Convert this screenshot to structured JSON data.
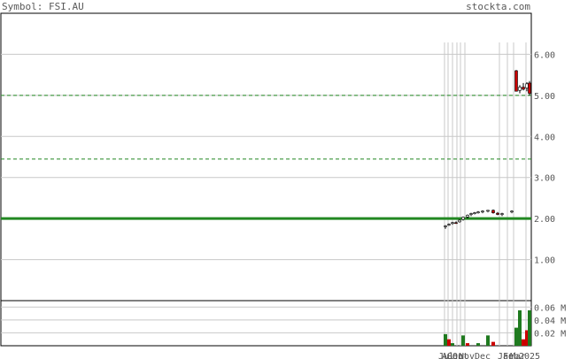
{
  "header": {
    "symbol_label": "Symbol: FSI.AU",
    "site_label": "stockta.com"
  },
  "colors": {
    "background": "#ffffff",
    "frame": "#000000",
    "grid": "#c8c8c8",
    "header_text": "#5a5a5a",
    "axis_text": "#555555",
    "up_candle": "#ffffff",
    "down_candle": "#cc0000",
    "support_line": "#228822",
    "dashed_line": "#228822",
    "volume_up": "#1f7a1f",
    "volume_down": "#cc0000"
  },
  "chart_data": {
    "type": "candlestick",
    "price_axis": {
      "ylim": [
        0.0,
        7.0
      ],
      "ticks": [
        1.0,
        2.0,
        3.0,
        4.0,
        5.0,
        6.0
      ],
      "tick_labels": [
        "1.00",
        "2.00",
        "3.00",
        "4.00",
        "5.00",
        "6.00"
      ]
    },
    "volume_axis": {
      "ylim": [
        0.0,
        0.07
      ],
      "ticks": [
        0.02,
        0.04,
        0.06
      ],
      "tick_labels": [
        "0.02 M",
        "0.04 M",
        "0.06 M"
      ]
    },
    "x_ticks": [
      "Jul",
      "Aug",
      "Sep",
      "Oct",
      "Nov",
      "Dec",
      "Jan",
      "Feb",
      "Mar",
      "2025"
    ],
    "horizontal_lines": [
      {
        "style": "solid",
        "value": 2.0
      },
      {
        "style": "dashed",
        "value": 3.45
      },
      {
        "style": "dashed",
        "value": 5.0
      }
    ],
    "candles": [
      {
        "open": 1.8,
        "high": 1.84,
        "low": 1.75,
        "close": 1.82
      },
      {
        "open": 1.85,
        "high": 1.88,
        "low": 1.82,
        "close": 1.86
      },
      {
        "open": 1.88,
        "high": 1.92,
        "low": 1.85,
        "close": 1.9
      },
      {
        "open": 1.9,
        "high": 1.93,
        "low": 1.87,
        "close": 1.89
      },
      {
        "open": 1.92,
        "high": 1.98,
        "low": 1.9,
        "close": 1.96
      },
      {
        "open": 1.98,
        "high": 2.05,
        "low": 1.95,
        "close": 2.03
      },
      {
        "open": 2.04,
        "high": 2.1,
        "low": 2.0,
        "close": 2.08
      },
      {
        "open": 2.1,
        "high": 2.14,
        "low": 2.06,
        "close": 2.12
      },
      {
        "open": 2.12,
        "high": 2.16,
        "low": 2.1,
        "close": 2.14
      },
      {
        "open": 2.15,
        "high": 2.18,
        "low": 2.12,
        "close": 2.16
      },
      {
        "open": 2.16,
        "high": 2.2,
        "low": 2.13,
        "close": 2.18
      },
      {
        "open": 2.18,
        "high": 2.21,
        "low": 2.15,
        "close": 2.2
      },
      {
        "open": 2.2,
        "high": 2.22,
        "low": 2.12,
        "close": 2.14
      },
      {
        "open": 2.13,
        "high": 2.16,
        "low": 2.08,
        "close": 2.1
      },
      {
        "open": 2.1,
        "high": 2.14,
        "low": 2.06,
        "close": 2.12
      },
      {
        "open": 2.16,
        "high": 2.2,
        "low": 2.13,
        "close": 2.18
      },
      {
        "open": 5.6,
        "high": 5.62,
        "low": 5.1,
        "close": 5.1
      },
      {
        "open": 5.12,
        "high": 5.25,
        "low": 5.05,
        "close": 5.2
      },
      {
        "open": 5.2,
        "high": 5.3,
        "low": 5.12,
        "close": 5.15
      },
      {
        "open": 5.18,
        "high": 5.32,
        "low": 5.1,
        "close": 5.28
      },
      {
        "open": 5.3,
        "high": 5.35,
        "low": 5.0,
        "close": 5.05
      }
    ],
    "volume": [
      {
        "value": 0.018,
        "dir": "up"
      },
      {
        "value": 0.01,
        "dir": "down"
      },
      {
        "value": 0.004,
        "dir": "up"
      },
      {
        "value": 0.0,
        "dir": "up"
      },
      {
        "value": 0.0,
        "dir": "up"
      },
      {
        "value": 0.016,
        "dir": "up"
      },
      {
        "value": 0.004,
        "dir": "down"
      },
      {
        "value": 0.0,
        "dir": "up"
      },
      {
        "value": 0.0,
        "dir": "up"
      },
      {
        "value": 0.004,
        "dir": "up"
      },
      {
        "value": 0.0,
        "dir": "up"
      },
      {
        "value": 0.016,
        "dir": "up"
      },
      {
        "value": 0.006,
        "dir": "down"
      },
      {
        "value": 0.0,
        "dir": "up"
      },
      {
        "value": 0.0,
        "dir": "up"
      },
      {
        "value": 0.0,
        "dir": "up"
      },
      {
        "value": 0.028,
        "dir": "up"
      },
      {
        "value": 0.055,
        "dir": "up"
      },
      {
        "value": 0.01,
        "dir": "down"
      },
      {
        "value": 0.024,
        "dir": "down"
      },
      {
        "value": 0.055,
        "dir": "up"
      }
    ]
  }
}
